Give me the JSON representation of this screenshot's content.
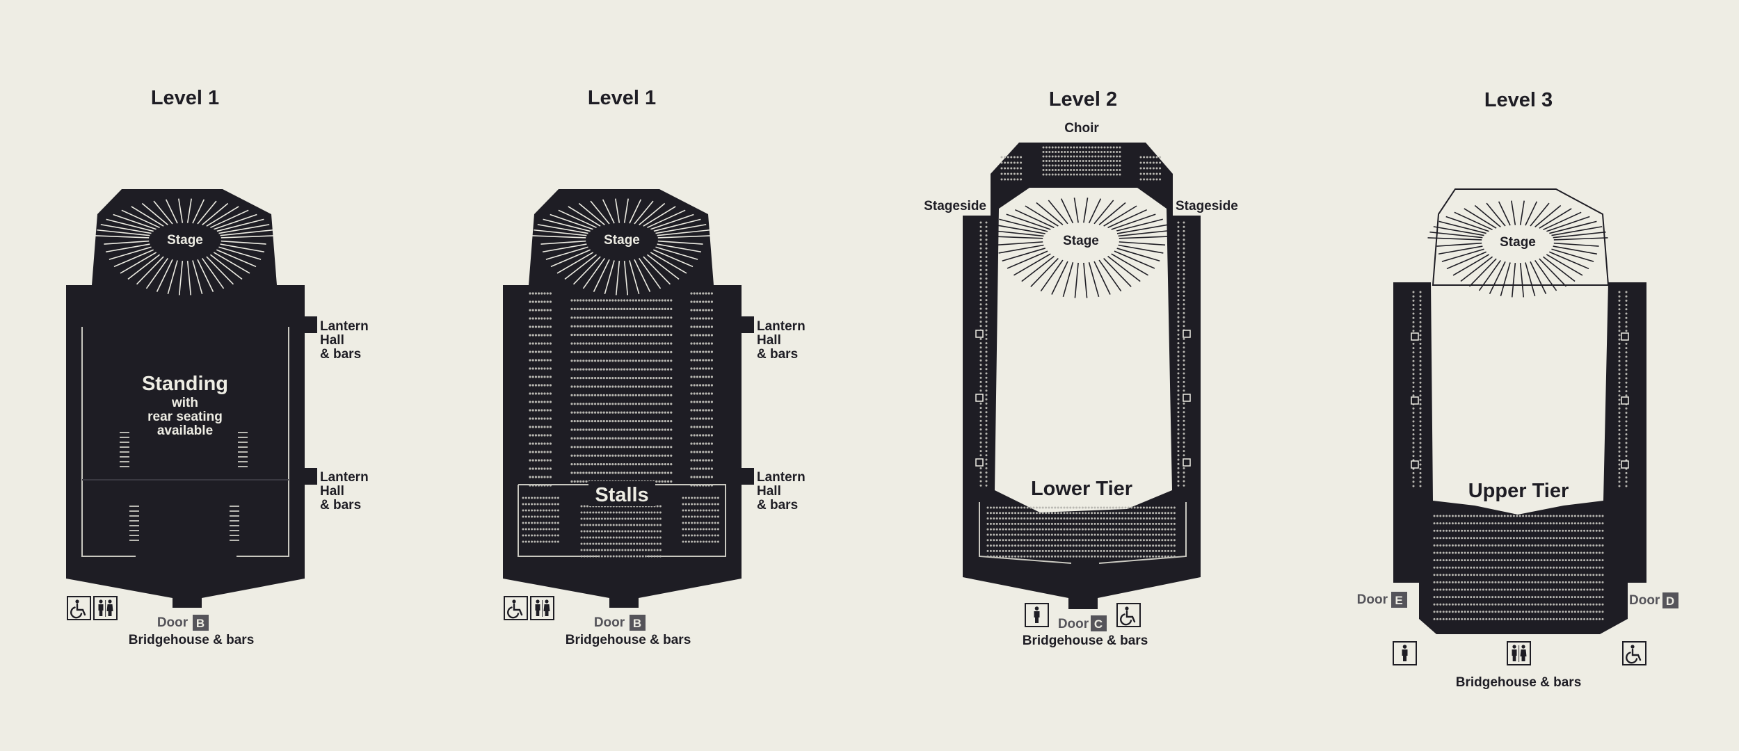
{
  "colors": {
    "background": "#eeede4",
    "venue": "#1e1d24",
    "seat": "#b9b8b2",
    "door_badge": "#55545a"
  },
  "plans": [
    {
      "title": "Level 1",
      "stage": "Stage",
      "area_label": "Standing",
      "area_sublabel": [
        "with",
        "rear seating",
        "available"
      ],
      "side_labels": [
        [
          "Lantern",
          "Hall",
          "& bars"
        ],
        [
          "Lantern",
          "Hall",
          "& bars"
        ]
      ],
      "door_word": "Door",
      "door_letter": "B",
      "exit_label": "Bridgehouse & bars",
      "icons": [
        "wheelchair-icon",
        "toilets-icon"
      ]
    },
    {
      "title": "Level 1",
      "stage": "Stage",
      "area_label": "Stalls",
      "side_labels": [
        [
          "Lantern",
          "Hall",
          "& bars"
        ],
        [
          "Lantern",
          "Hall",
          "& bars"
        ]
      ],
      "door_word": "Door",
      "door_letter": "B",
      "exit_label": "Bridgehouse & bars",
      "icons": [
        "wheelchair-icon",
        "toilets-icon"
      ]
    },
    {
      "title": "Level 2",
      "stage": "Stage",
      "area_label": "Lower Tier",
      "choir": "Choir",
      "stageside_left": "Stageside",
      "stageside_right": "Stageside",
      "door_word": "Door",
      "door_letter": "C",
      "exit_label": "Bridgehouse & bars",
      "icons": [
        "toilet-icon",
        "wheelchair-icon"
      ]
    },
    {
      "title": "Level 3",
      "stage": "Stage",
      "area_label": "Upper Tier",
      "door_left_word": "Door",
      "door_left_letter": "E",
      "door_right_word": "Door",
      "door_right_letter": "D",
      "exit_label": "Bridgehouse & bars",
      "icons": [
        "toilet-icon",
        "toilets-icon",
        "wheelchair-icon"
      ]
    }
  ]
}
